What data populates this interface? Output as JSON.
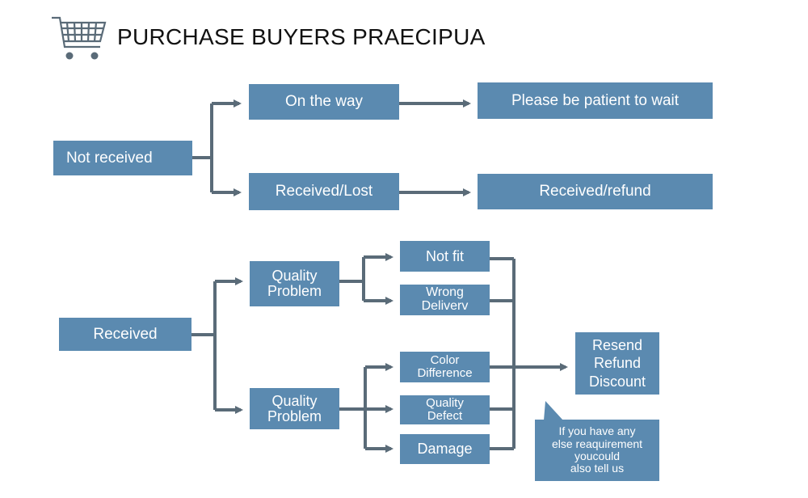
{
  "header": {
    "title": "PURCHASE BUYERS PRAECIPUA",
    "icon": "shopping-cart-icon"
  },
  "colors": {
    "box": "#5b8ab0",
    "connector": "#5a6b78",
    "text": "#ffffff",
    "title": "#111111"
  },
  "not_received": {
    "root": "Not received",
    "on_the_way": "On the way",
    "on_the_way_result": "Please be patient to wait",
    "received_lost": "Received/Lost",
    "received_lost_result": "Received/refund"
  },
  "received": {
    "root": "Received",
    "quality_problem_1": {
      "line1": "Quality",
      "line2": "Problem"
    },
    "quality_problem_2": {
      "line1": "Quality",
      "line2": "Problem"
    },
    "not_fit": "Not fit",
    "wrong_delivery": {
      "line1": "Wrong",
      "line2": "Deliverv"
    },
    "color_difference": {
      "line1": "Color",
      "line2": "Difference"
    },
    "quality_defect": {
      "line1": "Quality",
      "line2": "Defect"
    },
    "damage": "Damage",
    "resolution": {
      "line1": "Resend",
      "line2": "Refund",
      "line3": "Discount"
    }
  },
  "callout": {
    "line1": "If you have any",
    "line2": "else reaquirement",
    "line3": "youcould",
    "line4": "also tell us"
  }
}
